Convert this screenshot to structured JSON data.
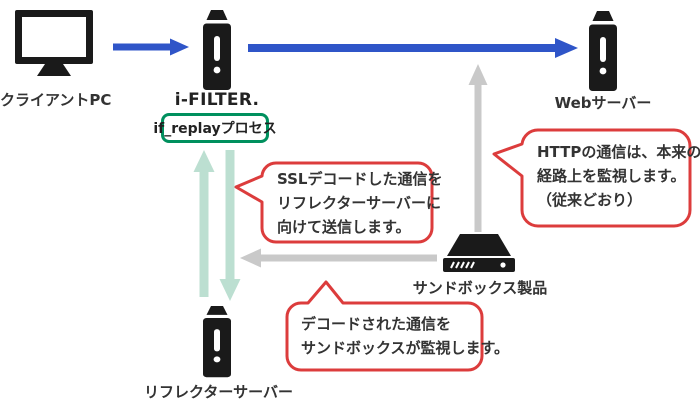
{
  "diagram": {
    "nodes": {
      "client_pc": {
        "label": "クライアントPC"
      },
      "ifilter": {
        "logo": "i-FILTER.",
        "badge": "if_replayプロセス"
      },
      "web_server": {
        "label": "Webサーバー"
      },
      "sandbox": {
        "label": "サンドボックス製品"
      },
      "reflector": {
        "label": "リフレクターサーバー"
      }
    },
    "callouts": {
      "ssl": {
        "lines": [
          "SSLデコードした通信を",
          "リフレクターサーバーに",
          "向けて送信します。"
        ]
      },
      "http": {
        "lines": [
          "HTTPの通信は、本来の",
          "経路上を監視します。",
          "（従来どおり）"
        ]
      },
      "decode": {
        "lines": [
          "デコードされた通信を",
          "サンドボックスが監視します。"
        ]
      }
    },
    "colors": {
      "arrow_blue": "#2f55c8",
      "arrow_gray": "#c9c9c9",
      "arrow_mint": "#bcdfd1",
      "callout_red": "#dc3c3c",
      "badge_green": "#00905e",
      "icon_black": "#1a1a1a",
      "text": "#333333"
    }
  }
}
